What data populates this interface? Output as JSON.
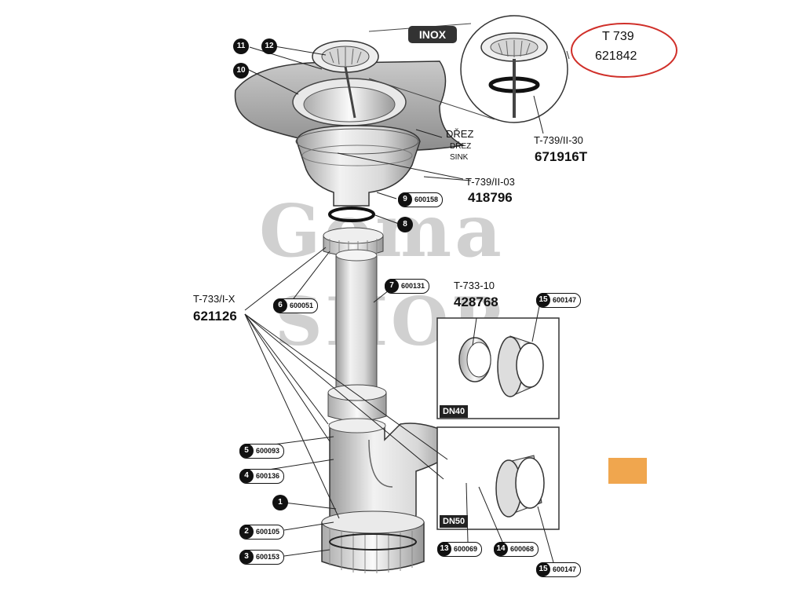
{
  "watermark": {
    "line1": "Goma",
    "line2": "SHOP"
  },
  "inox_label": "INOX",
  "sink_labels": {
    "cz": "DŘEZ",
    "sk": "DŘEZ",
    "en": "SINK"
  },
  "part_codes": {
    "highlight_name": "T 739",
    "highlight_code": "621842",
    "strainer_name": "T-739/II-30",
    "strainer_code": "671916T",
    "body_name": "T-739/II-03",
    "body_code": "418796",
    "set_x_name": "T-733/I-X",
    "set_x_code": "621126",
    "set_10_name": "T-733-10",
    "set_10_code": "428768"
  },
  "size_labels": {
    "dn40": "DN40",
    "dn50": "DN50"
  },
  "callouts_plain": [
    {
      "num": "11"
    },
    {
      "num": "12"
    },
    {
      "num": "10"
    },
    {
      "num": "8"
    },
    {
      "num": "1"
    }
  ],
  "callouts_pill": [
    {
      "num": "9",
      "code": "600158"
    },
    {
      "num": "7",
      "code": "600131"
    },
    {
      "num": "6",
      "code": "600051"
    },
    {
      "num": "15",
      "code": "600147"
    },
    {
      "num": "5",
      "code": "600093"
    },
    {
      "num": "4",
      "code": "600136"
    },
    {
      "num": "2",
      "code": "600105"
    },
    {
      "num": "3",
      "code": "600153"
    },
    {
      "num": "13",
      "code": "600069"
    },
    {
      "num": "14",
      "code": "600068"
    },
    {
      "num": "15",
      "code": "600147"
    }
  ],
  "colors": {
    "highlight_ring": "#d0302a",
    "swatch": "#f0a64e",
    "line": "#111111"
  }
}
